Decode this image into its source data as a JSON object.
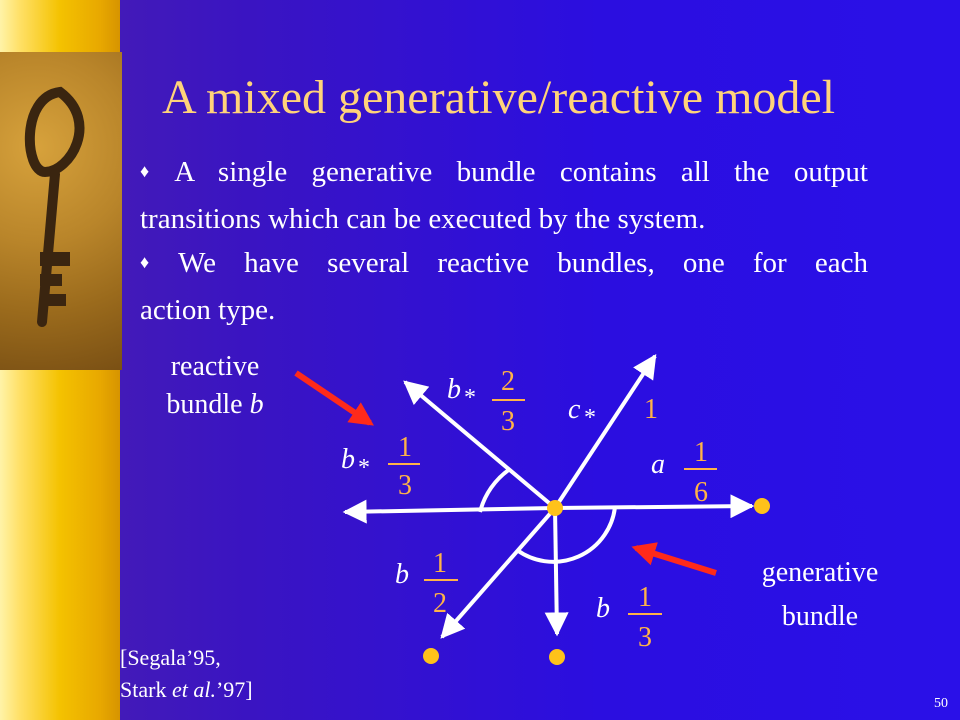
{
  "slide": {
    "title": "A mixed generative/reactive model",
    "page_number": "50",
    "bullets": [
      {
        "line1": "A single generative bundle contains all the output",
        "line2": "transitions which can be executed by the system."
      },
      {
        "line1": "We have several reactive bundles, one for each",
        "line2": "action type."
      }
    ],
    "reactive_label": {
      "line1": "reactive",
      "line2_text": "bundle ",
      "line2_var": "b"
    },
    "generative_label": {
      "line1": "generative",
      "line2": "bundle"
    },
    "reference": {
      "line1": "[Segala’95,",
      "line2_pre": "Stark ",
      "line2_em": "et al.",
      "line2_post": "’97]"
    }
  },
  "diagram": {
    "edge_labels": [
      {
        "action": "b",
        "star": "*",
        "num": "2",
        "den": "3"
      },
      {
        "action": "c",
        "star": "*",
        "prob": "1"
      },
      {
        "action": "b",
        "star": "*",
        "num": "1",
        "den": "3"
      },
      {
        "action": "a",
        "num": "1",
        "den": "6"
      },
      {
        "action": "b",
        "num": "1",
        "den": "2"
      },
      {
        "action": "b",
        "num": "1",
        "den": "3"
      }
    ],
    "colors": {
      "line": "#ffffff",
      "prob": "#ffb347",
      "node": "#ffc21a",
      "arrow": "#ff2a1a"
    }
  }
}
